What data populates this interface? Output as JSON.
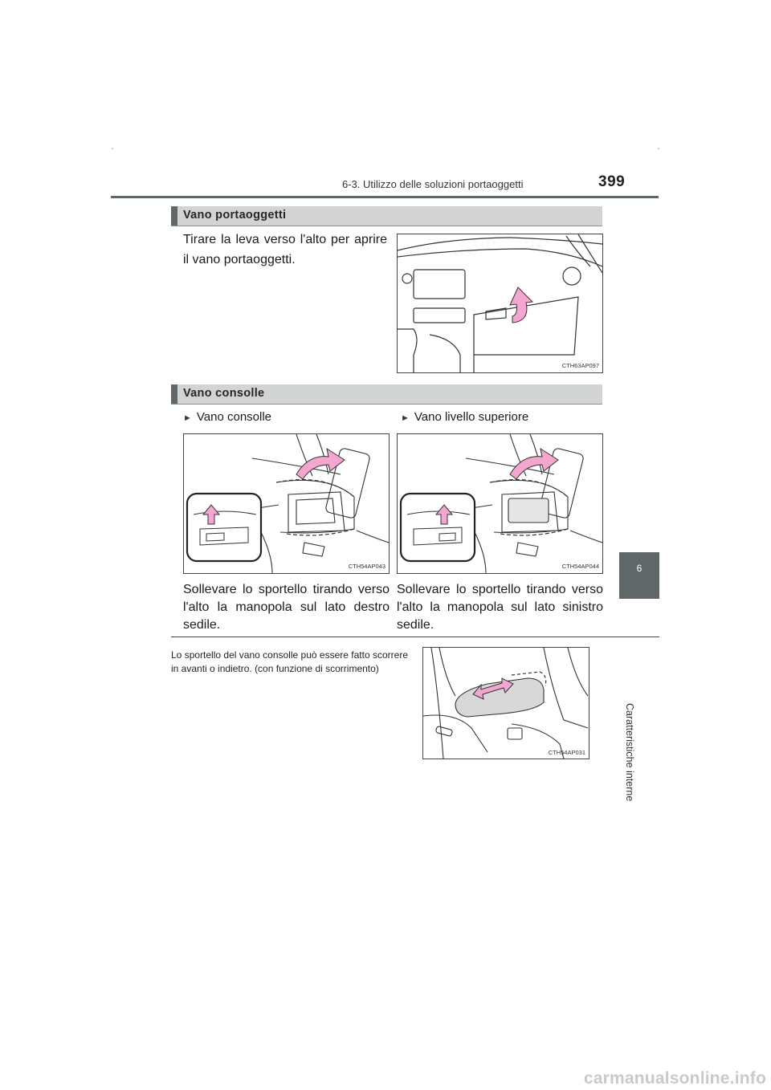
{
  "header": {
    "section_title": "6-3. Utilizzo delle soluzioni portaoggetti",
    "page_number": "399"
  },
  "side_tab": {
    "chapter_number": "6",
    "chapter_title": "Caratteristiche interne"
  },
  "glove_box": {
    "heading": "Vano portaoggetti",
    "text": "Tirare la leva verso l'alto per aprire il vano portaoggetti.",
    "figure_code": "CTH63AP097"
  },
  "console_box": {
    "heading": "Vano consolle",
    "left": {
      "bullet": "Vano consolle",
      "figure_code": "CTH54AP043",
      "caption": "Sollevare lo sportello tirando verso l'alto la manopola sul lato destro sedile."
    },
    "right": {
      "bullet": "Vano livello superiore",
      "figure_code": "CTH54AP044",
      "caption": "Sollevare lo sportello tirando verso l'alto la manopola sul lato sinistro sedile."
    }
  },
  "note": {
    "text": "Lo sportello del vano consolle può essere fatto scorrere in avanti o indietro. (con funzione di scorrimento)",
    "figure_code": "CTH54AP031"
  },
  "watermark": "carmanualsonline.info",
  "colors": {
    "heading_bar": "#5f6768",
    "heading_bg": "#d2d4d4",
    "arrow_pink": "#f3a6cf"
  }
}
